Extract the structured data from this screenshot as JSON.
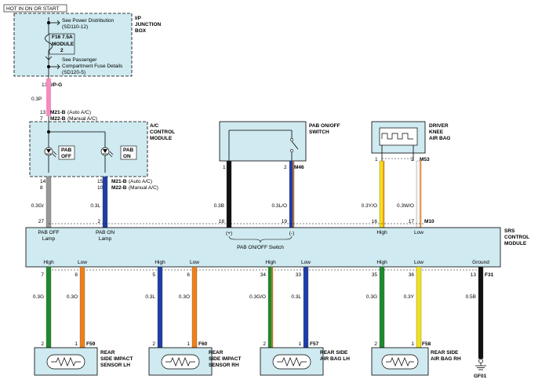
{
  "header": {
    "hot_label": "HOT IN ON OR START"
  },
  "junction_box": {
    "title": [
      "I/P",
      "JUNCTION",
      "BOX"
    ],
    "power_note": [
      "See Power Distribution",
      "(SD110-12)"
    ],
    "fuse": [
      "F16 7.5A",
      "MODULE",
      "2"
    ],
    "passenger_note": [
      "See Passenger",
      "Compartment Fuse Details",
      "(SD120-5)"
    ],
    "out_pin": "13",
    "out_connector": "I/P-G"
  },
  "wire_0_3p": "0.3P",
  "ac_module": {
    "title": [
      "A/C",
      "CONTROL",
      "MODULE"
    ],
    "in_pins": [
      "13",
      "7"
    ],
    "in_connectors": [
      {
        "name": "M21-B",
        "desc": "(Auto A/C)"
      },
      {
        "name": "M22-B",
        "desc": "(Manual A/C)"
      }
    ],
    "pab_off": [
      "PAB",
      "OFF"
    ],
    "pab_on": [
      "PAB",
      "ON"
    ],
    "off_pins": [
      "14",
      "8"
    ],
    "on_pins": [
      "15",
      "10"
    ],
    "out_connectors": [
      {
        "name": "M21-B",
        "desc": "(Auto A/C)"
      },
      {
        "name": "M22-B",
        "desc": "(Manual A/C)"
      }
    ]
  },
  "pab_switch": {
    "title": [
      "PAB ON/OFF",
      "SWITCH"
    ],
    "pin1": "1",
    "pin2": "2",
    "connector": "M46"
  },
  "knee_airbag": {
    "title": [
      "DRIVER",
      "KNEE",
      "AIR BAG"
    ],
    "pin1": "1",
    "pin2": "2",
    "connector": "M53"
  },
  "upper_wires": [
    {
      "id": "pab-off",
      "label": "0.3Gr",
      "pin": "27",
      "color": "#999999"
    },
    {
      "id": "pab-on",
      "label": "0.3L",
      "pin": "2",
      "color": "#1f3fa6"
    },
    {
      "id": "switch-plus",
      "label": "0.3B",
      "pin": "18",
      "color": "#111111"
    },
    {
      "id": "switch-minus",
      "label": "0.3L/O",
      "pin": "19",
      "color": "#1f3fa6",
      "stripe": "#f07f1a"
    },
    {
      "id": "knee-high",
      "label": "0.3Y/O",
      "pin": "16",
      "color": "#f2e21a",
      "stripe": "#f07f1a"
    },
    {
      "id": "knee-low",
      "label": "0.3W/O",
      "pin": "17",
      "color": "#f5f5f5",
      "stripe": "#f07f1a"
    }
  ],
  "srs_module": {
    "title": [
      "SRS",
      "CONTROL",
      "MODULE"
    ],
    "connector_top": "M10",
    "labels_top": {
      "pab_off": [
        "PAB OFF",
        "Lamp"
      ],
      "pab_on": [
        "PAB ON",
        "Lamp"
      ],
      "plus": "(+)",
      "minus": "(-)",
      "switch": "PAB ON/OFF Switch",
      "high": "High",
      "low": "Low"
    },
    "bottom_labels": [
      "High",
      "Low",
      "High",
      "Low",
      "High",
      "Low",
      "High",
      "Low",
      "Ground"
    ],
    "connector_bottom": "F31"
  },
  "lower_wires": [
    {
      "pin": "7",
      "label": "0.3G",
      "color": "#1e8a2e",
      "end_pin": "2"
    },
    {
      "pin": "8",
      "label": "0.3O",
      "color": "#f07f1a",
      "end_pin": "1"
    },
    {
      "pin": "5",
      "label": "0.3L",
      "color": "#1f3fa6",
      "end_pin": "2"
    },
    {
      "pin": "6",
      "label": "0.3O",
      "color": "#f07f1a",
      "end_pin": "1"
    },
    {
      "pin": "34",
      "label": "0.3G/O",
      "color": "#1e8a2e",
      "stripe": "#f07f1a",
      "end_pin": "2"
    },
    {
      "pin": "33",
      "label": "0.3L",
      "color": "#1f3fa6",
      "end_pin": "1"
    },
    {
      "pin": "35",
      "label": "0.3G",
      "color": "#1e8a2e",
      "end_pin": "2"
    },
    {
      "pin": "36",
      "label": "0.3Y",
      "color": "#f2e21a",
      "end_pin": "1"
    },
    {
      "pin": "13",
      "label": "0.5B",
      "color": "#111111"
    }
  ],
  "components": [
    {
      "connector": "F59",
      "label": [
        "REAR",
        "SIDE IMPACT",
        "SENSOR LH"
      ]
    },
    {
      "connector": "F60",
      "label": [
        "REAR",
        "SIDE IMPACT",
        "SENSOR RH"
      ]
    },
    {
      "connector": "F57",
      "label": [
        "REAR SIDE",
        "AIR BAG LH"
      ]
    },
    {
      "connector": "F58",
      "label": [
        "REAR SIDE",
        "AIR BAG RH"
      ]
    }
  ],
  "ground": "GF01",
  "colors": {
    "panel_fill": "#cfeaf0",
    "pink_wire": "#f48cc0"
  }
}
